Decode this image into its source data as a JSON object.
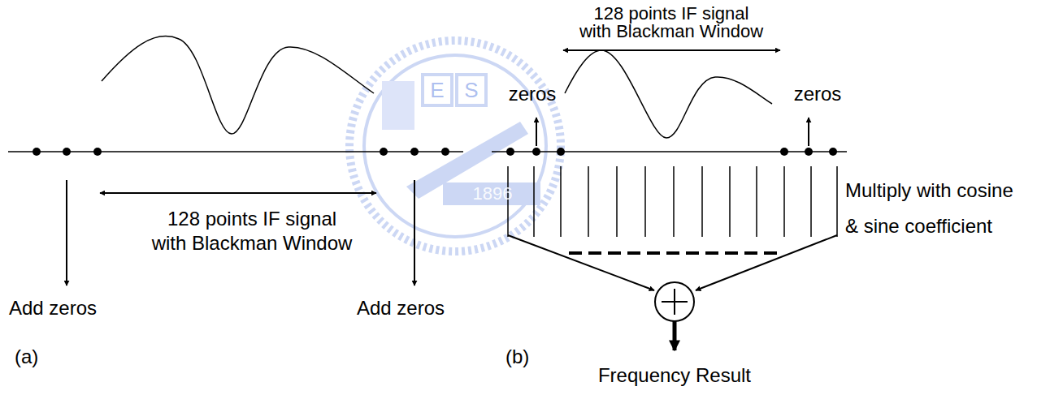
{
  "diagram": {
    "labels": [
      "128 points IF signal with Blackman Window",
      "zeros",
      "zeros",
      "Multiply with cosine & sine coefficient",
      "128 points IF signal with Blackman Window",
      "Add zeros",
      "Add zeros",
      "(a)",
      "(b)",
      "Frequency Result",
      "E",
      "S",
      "1896"
    ]
  }
}
